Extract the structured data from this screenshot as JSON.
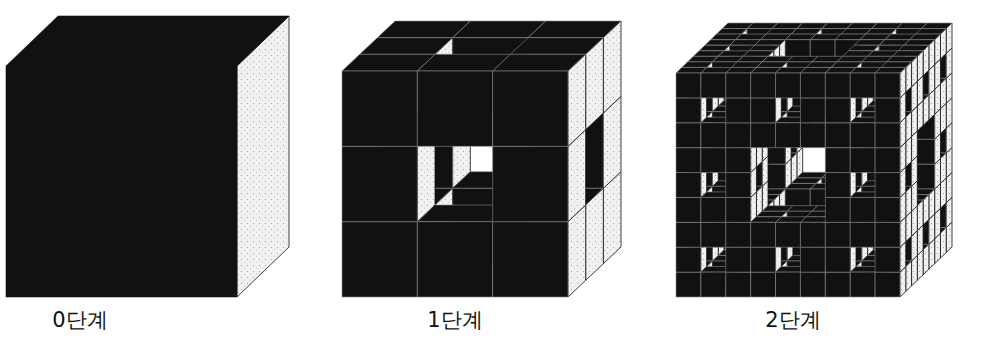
{
  "diagram": {
    "labels": [
      "0단계",
      "1단계",
      "2단계"
    ]
  }
}
